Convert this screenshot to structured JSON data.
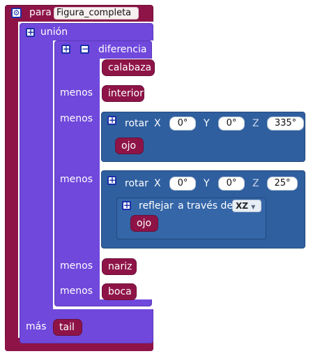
{
  "procedure": {
    "label": "para",
    "name": "Figura_completa",
    "more_label": "más",
    "return_var": "tail"
  },
  "union": {
    "label": "unión",
    "difference": {
      "label": "diferencia",
      "first": "calabaza",
      "minus_label": "menos",
      "second": "interior",
      "rotate1": {
        "label": "rotar",
        "x_label": "X",
        "y_label": "Y",
        "z_label": "Z",
        "x": "0°",
        "y": "0°",
        "z": "335°",
        "child": "ojo"
      },
      "rotate2": {
        "label": "rotar",
        "x_label": "X",
        "y_label": "Y",
        "z_label": "Z",
        "x": "0°",
        "y": "0°",
        "z": "25°",
        "mirror": {
          "label": "reflejar",
          "via_label": "a través de",
          "axis": "XZ",
          "child": "ojo"
        }
      },
      "third": "nariz",
      "fourth": "boca"
    }
  },
  "icons": {
    "gear": "gear-icon",
    "plus": "plus-icon",
    "minus": "minus-icon",
    "dropdown": "dropdown-arrow-icon"
  },
  "colors": {
    "procedure": "#8e1448",
    "set_op": "#7048dc",
    "transform": "#2f5f9f"
  }
}
